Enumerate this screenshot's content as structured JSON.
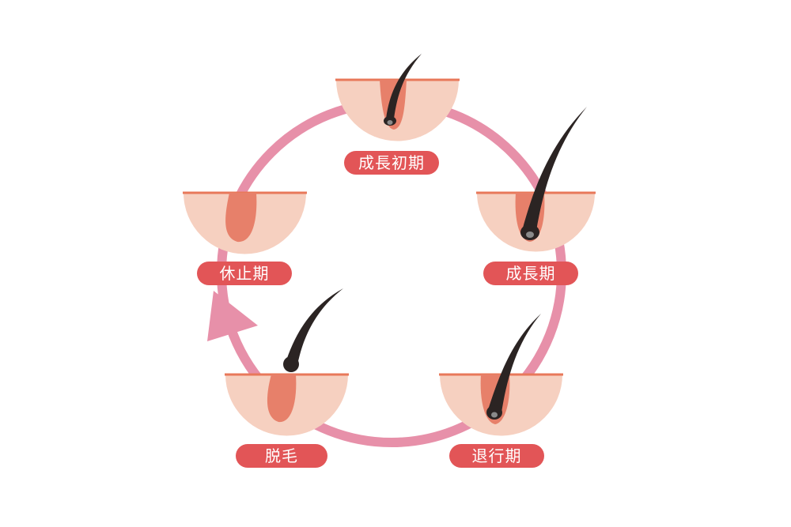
{
  "colors": {
    "cycle_ring": "#e790a9",
    "skin": "#f6d0c0",
    "skin_surface_line": "#e8785a",
    "follicle": "#e7806a",
    "hair": "#2b2423",
    "hair_bulb": "#8a8a8a",
    "label_bg": "#e25557",
    "label_text": "#ffffff"
  },
  "stages": [
    {
      "id": "early-anagen",
      "label": "成長初期"
    },
    {
      "id": "anagen",
      "label": "成長期"
    },
    {
      "id": "catagen",
      "label": "退行期"
    },
    {
      "id": "shedding",
      "label": "脱毛"
    },
    {
      "id": "telogen",
      "label": "休止期"
    }
  ]
}
